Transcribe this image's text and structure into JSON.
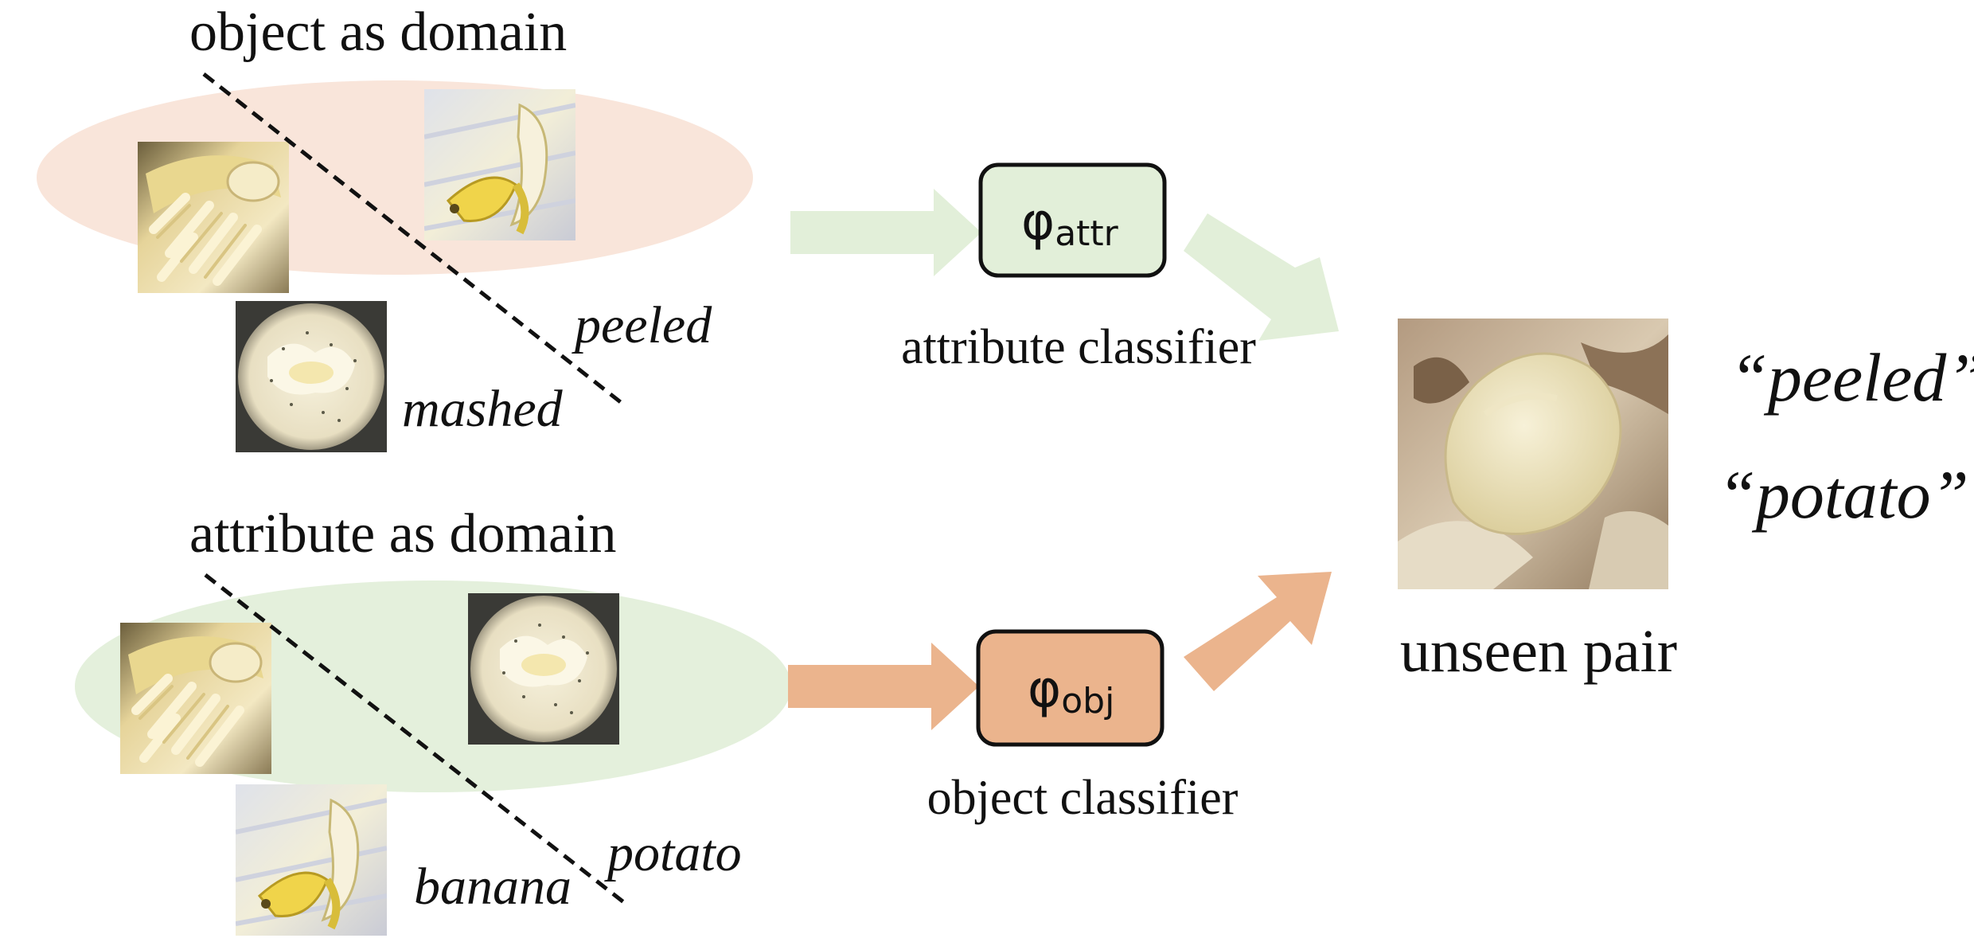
{
  "colors": {
    "peach_domain": "#f9e5da",
    "green_domain": "#e4f0dc",
    "attr_box_fill": "#e2efd9",
    "obj_box_fill": "#ebb48d",
    "green_arrow": "#e2efd9",
    "orange_arrow": "#ebb48d",
    "dashed_line": "#111111",
    "photo_banana": "#d6c27a",
    "photo_mashed": "#e9e1c8",
    "photo_peeled_banana": "#e8e2d4",
    "photo_potato": "#c8b49a"
  },
  "top_panel": {
    "title": "object as domain",
    "label_left": "mashed",
    "label_right": "peeled"
  },
  "bottom_panel": {
    "title": "attribute as domain",
    "label_left": "banana",
    "label_right": "potato"
  },
  "attr_classifier": {
    "symbol": "φ",
    "subscript": "attr",
    "caption": "attribute classifier"
  },
  "obj_classifier": {
    "symbol": "φ",
    "subscript": "obj",
    "caption": "object classifier"
  },
  "result": {
    "caption": "unseen pair",
    "attr_quote": "“peeled”",
    "obj_quote": "“potato”"
  },
  "images": {
    "top_1": "banana-mashed-photo",
    "top_2": "banana-peeled-photo",
    "top_3": "potato-mashed-photo",
    "bottom_1": "banana-mashed-photo",
    "bottom_2": "potato-mashed-photo",
    "bottom_3": "banana-peeled-photo",
    "unseen": "potato-peeled-photo"
  }
}
